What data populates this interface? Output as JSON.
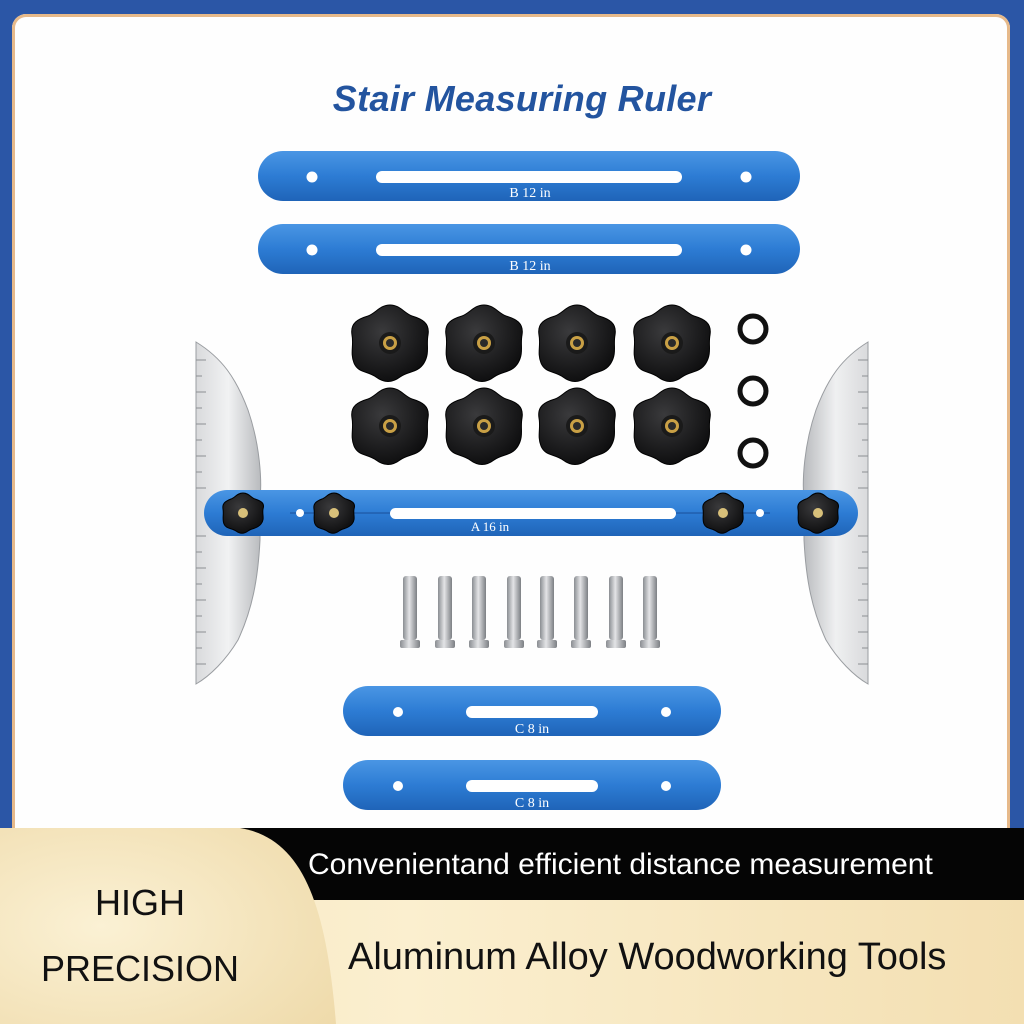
{
  "title": "Stair Measuring Ruler",
  "bars": {
    "b1": "B 12 in",
    "b2": "B 12 in",
    "a": "A 16 in",
    "c1": "C 8 in",
    "c2": "C 8 in"
  },
  "banner": {
    "tagline": "Convenientand efficient distance measurement",
    "precision_line1": "HIGH",
    "precision_line2": "PRECISION",
    "subtitle": "Aluminum Alloy Woodworking Tools"
  },
  "colors": {
    "bar_blue": "#2f7fd6",
    "frame_border": "#e6b98a",
    "title": "#23549f"
  }
}
